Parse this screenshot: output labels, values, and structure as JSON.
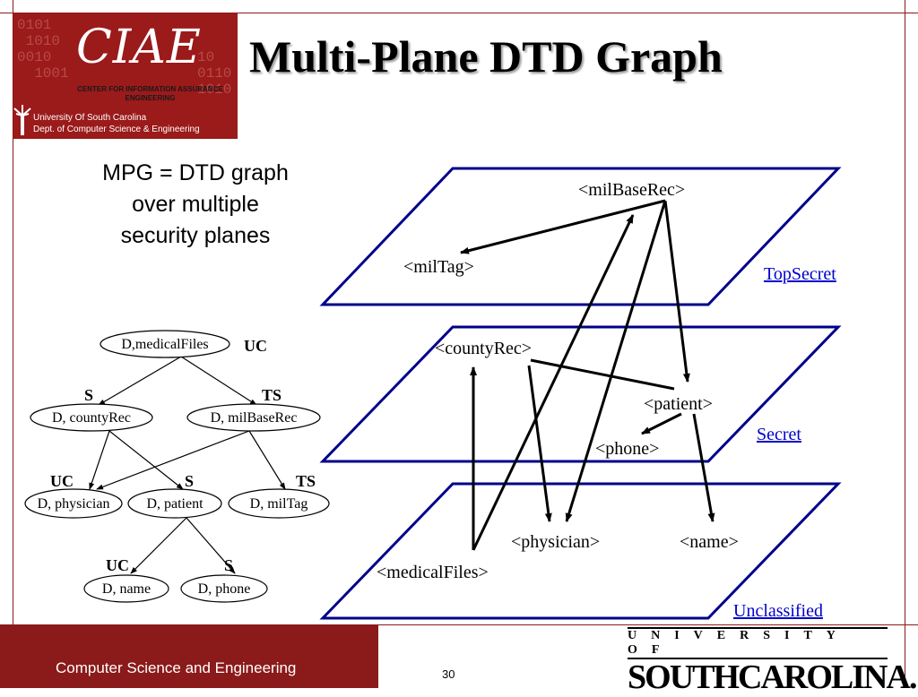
{
  "slide": {
    "title": "Multi-Plane DTD Graph",
    "description_lines": [
      "MPG = DTD graph",
      "over multiple",
      "security planes"
    ],
    "footer_text": "Computer Science and Engineering",
    "page_number": "30"
  },
  "logo": {
    "org": "CIAE",
    "center_lines": [
      "CENTER FOR INFORMATION ASSURANCE",
      "ENGINEERING"
    ],
    "university_lines": [
      "University Of South Carolina",
      "Dept. of Computer Science & Engineering"
    ]
  },
  "university_logo": {
    "top": "UNIVERSITY OF",
    "bottom": "SOUTHCAROLINA."
  },
  "planes": {
    "topsecret": "TopSecret",
    "secret": "Secret",
    "unclassified": "Unclassified"
  },
  "plane_nodes": {
    "milbaserec": "<milBaseRec>",
    "miltag": "<milTag>",
    "countyrec": "<countyRec>",
    "patient": "<patient>",
    "phone": "<phone>",
    "physician": "<physician>",
    "name": "<name>",
    "medicalfiles": "<medicalFiles>"
  },
  "tree_nodes": {
    "medicalfiles": "D,medicalFiles",
    "countyrec": "D, countyRec",
    "milbaserec": "D, milBaseRec",
    "physician": "D, physician",
    "patient": "D, patient",
    "miltag": "D, milTag",
    "name": "D, name",
    "phone": "D, phone"
  },
  "tree_levels": {
    "medicalfiles": "UC",
    "countyrec": "S",
    "milbaserec": "TS",
    "physician": "UC",
    "patient": "S",
    "miltag": "TS",
    "name": "UC",
    "phone": "S"
  },
  "colors": {
    "brand": "#8b1a1a",
    "plane_border": "#00008b",
    "plane_label": "#0000cc"
  }
}
